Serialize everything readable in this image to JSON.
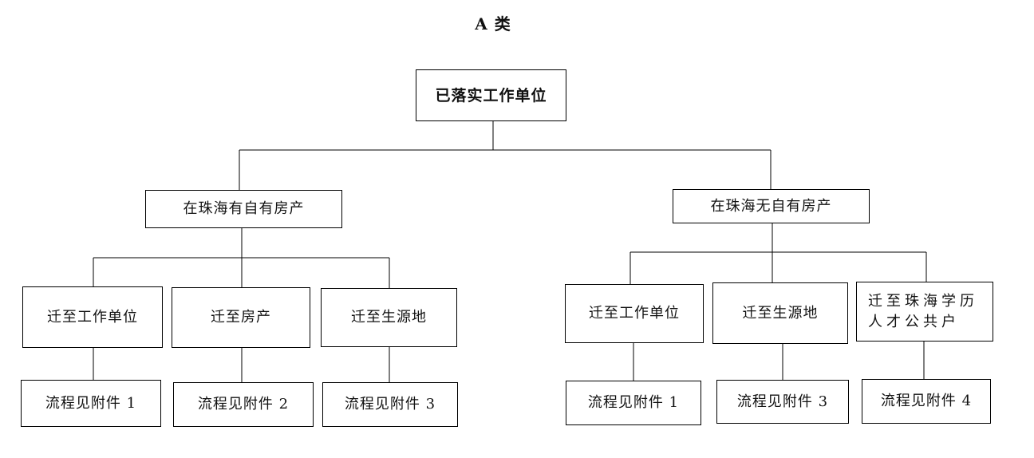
{
  "title": "A 类",
  "root": {
    "label": "已落实工作单位"
  },
  "branches": [
    {
      "label": "在珠海有自有房产",
      "children": [
        {
          "label": "迁至工作单位",
          "note": "流程见附件 1"
        },
        {
          "label": "迁至房产",
          "note": "流程见附件 2"
        },
        {
          "label": "迁至生源地",
          "note": "流程见附件 3"
        }
      ]
    },
    {
      "label": "在珠海无自有房产",
      "children": [
        {
          "label": "迁至工作单位",
          "note": "流程见附件 1"
        },
        {
          "label": "迁至生源地",
          "note": "流程见附件 3"
        },
        {
          "label": "迁至珠海学历人才公共户",
          "note": "流程见附件 4"
        }
      ]
    }
  ]
}
